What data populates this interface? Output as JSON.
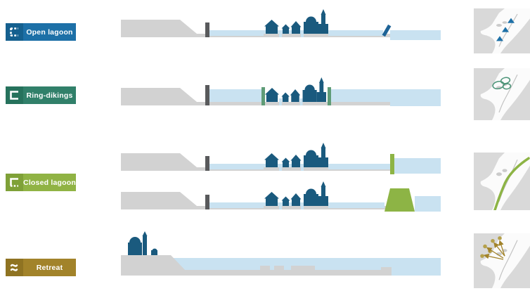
{
  "page": {
    "background": "#ffffff",
    "title": "Lagoon flood-protection strategies diagram"
  },
  "colors": {
    "open_lagoon": "#1d70a7",
    "open_lagoon_dark": "#15608f",
    "ring_dikings": "#31806a",
    "ring_dikings_dark": "#26725c",
    "closed_lagoon": "#90b344",
    "closed_lagoon_dark": "#7fa138",
    "retreat": "#a2832a",
    "retreat_dark": "#8f7322",
    "city": "#1a5a7e",
    "water": "#c9e2f1",
    "land": "#d2d2d2",
    "barrier_dark": "#595a5c",
    "dike_green": "#5f9c77",
    "ring_outline": "#4d9579",
    "closure_green": "#8db445",
    "gate_blue": "#1e6396",
    "map_bg": "#d9d9d9",
    "map_water": "#fbfbfb",
    "map_line": "#c3c3c3",
    "retreat_dot": "#b5a04a",
    "retreat_arrow": "#a2832a"
  },
  "rows": [
    {
      "label": "Open lagoon",
      "icon": "dashed-square-icon",
      "section": "sea gate tilted open, water flows into lagoon past city",
      "map_markers": "three-blue-inlet-triangles"
    },
    {
      "label": "Ring-dikings",
      "icon": "open-bracket-icon",
      "section": "high water held back by green ring dikes around city",
      "map_markers": "green-ring-outlines-around-city-islands"
    },
    {
      "label": "Closed lagoon",
      "icon": "half-dashed-square-icon",
      "section": "raised barrier gate or permanent dam closing the inlet",
      "map_markers": "green-closure-line-along-coast"
    },
    {
      "label": "Retreat",
      "icon": "waves-icon",
      "section": "city relocated to mainland, old city submerged",
      "map_markers": "gold-relocation-arrows-and-dots"
    }
  ]
}
